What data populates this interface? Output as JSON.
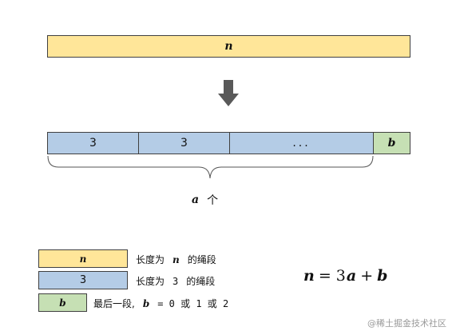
{
  "top_bar": {
    "label": "n"
  },
  "segments": [
    {
      "label": "3"
    },
    {
      "label": "3"
    },
    {
      "label": "..."
    }
  ],
  "remainder": {
    "label": "b"
  },
  "brace_label": {
    "var": "a",
    "text": "个"
  },
  "legend": [
    {
      "swatch": "n",
      "prefix": "长度为",
      "var": "n",
      "suffix": "的绳段"
    },
    {
      "swatch": "3",
      "prefix": "长度为",
      "var": "3",
      "suffix": "的绳段"
    },
    {
      "swatch": "b",
      "prefix": "最后一段,",
      "var": "b",
      "suffix": "= 0 或 1 或 2"
    }
  ],
  "formula": {
    "lhs": "n",
    "eq": "= 3",
    "a": "a",
    "plus": "+",
    "b": "b"
  },
  "watermark": "@稀土掘金技术社区",
  "colors": {
    "yellow": "#ffe699",
    "blue": "#b4cce6",
    "green": "#c6e0b4",
    "arrow": "#595959"
  }
}
